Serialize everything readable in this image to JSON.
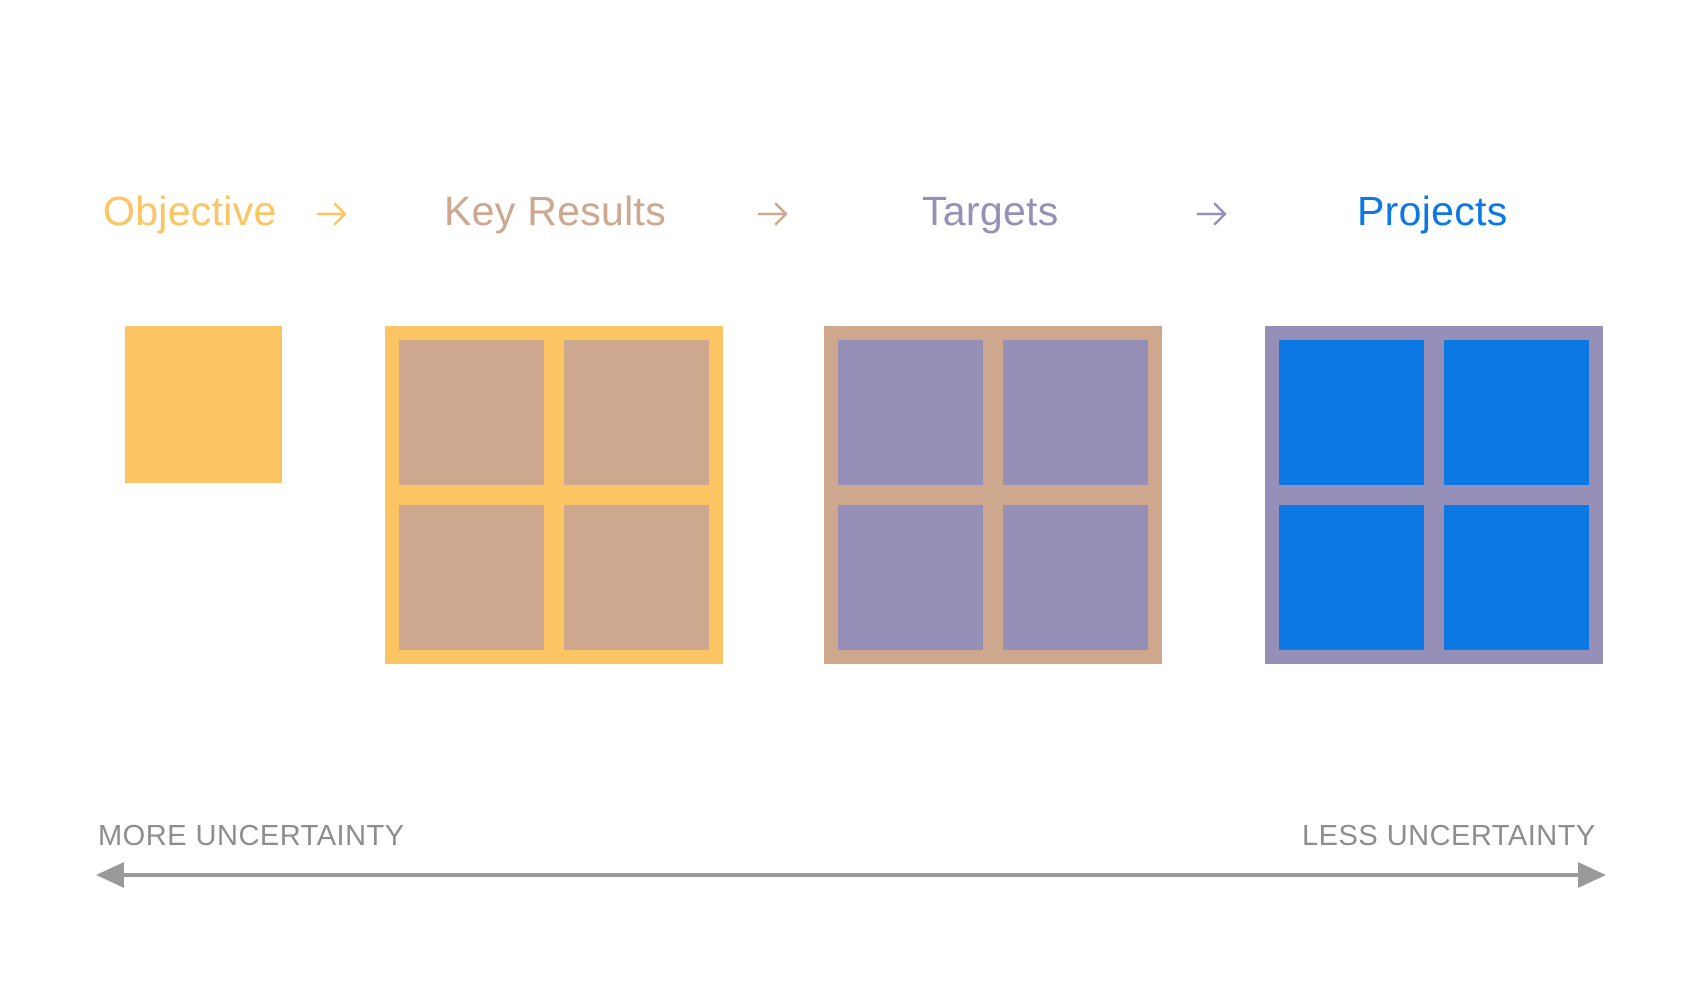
{
  "colors": {
    "objective": "#fcc462",
    "key_results": "#cda88e",
    "targets": "#9690b9",
    "projects": "#0b78e3",
    "axis": "#999999",
    "axis_text": "#8e8e8e"
  },
  "stages": {
    "objective": {
      "label": "Objective"
    },
    "key_results": {
      "label": "Key Results"
    },
    "targets": {
      "label": "Targets"
    },
    "projects": {
      "label": "Projects"
    }
  },
  "arrows": [
    {
      "icon": "right-arrow-icon",
      "color": "#fcc462"
    },
    {
      "icon": "right-arrow-icon",
      "color": "#cda88e"
    },
    {
      "icon": "right-arrow-icon",
      "color": "#9690b9"
    }
  ],
  "uncertainty_axis": {
    "left_label": "MORE UNCERTAINTY",
    "right_label": "LESS UNCERTAINTY",
    "icon": "double-headed-arrow-icon"
  }
}
